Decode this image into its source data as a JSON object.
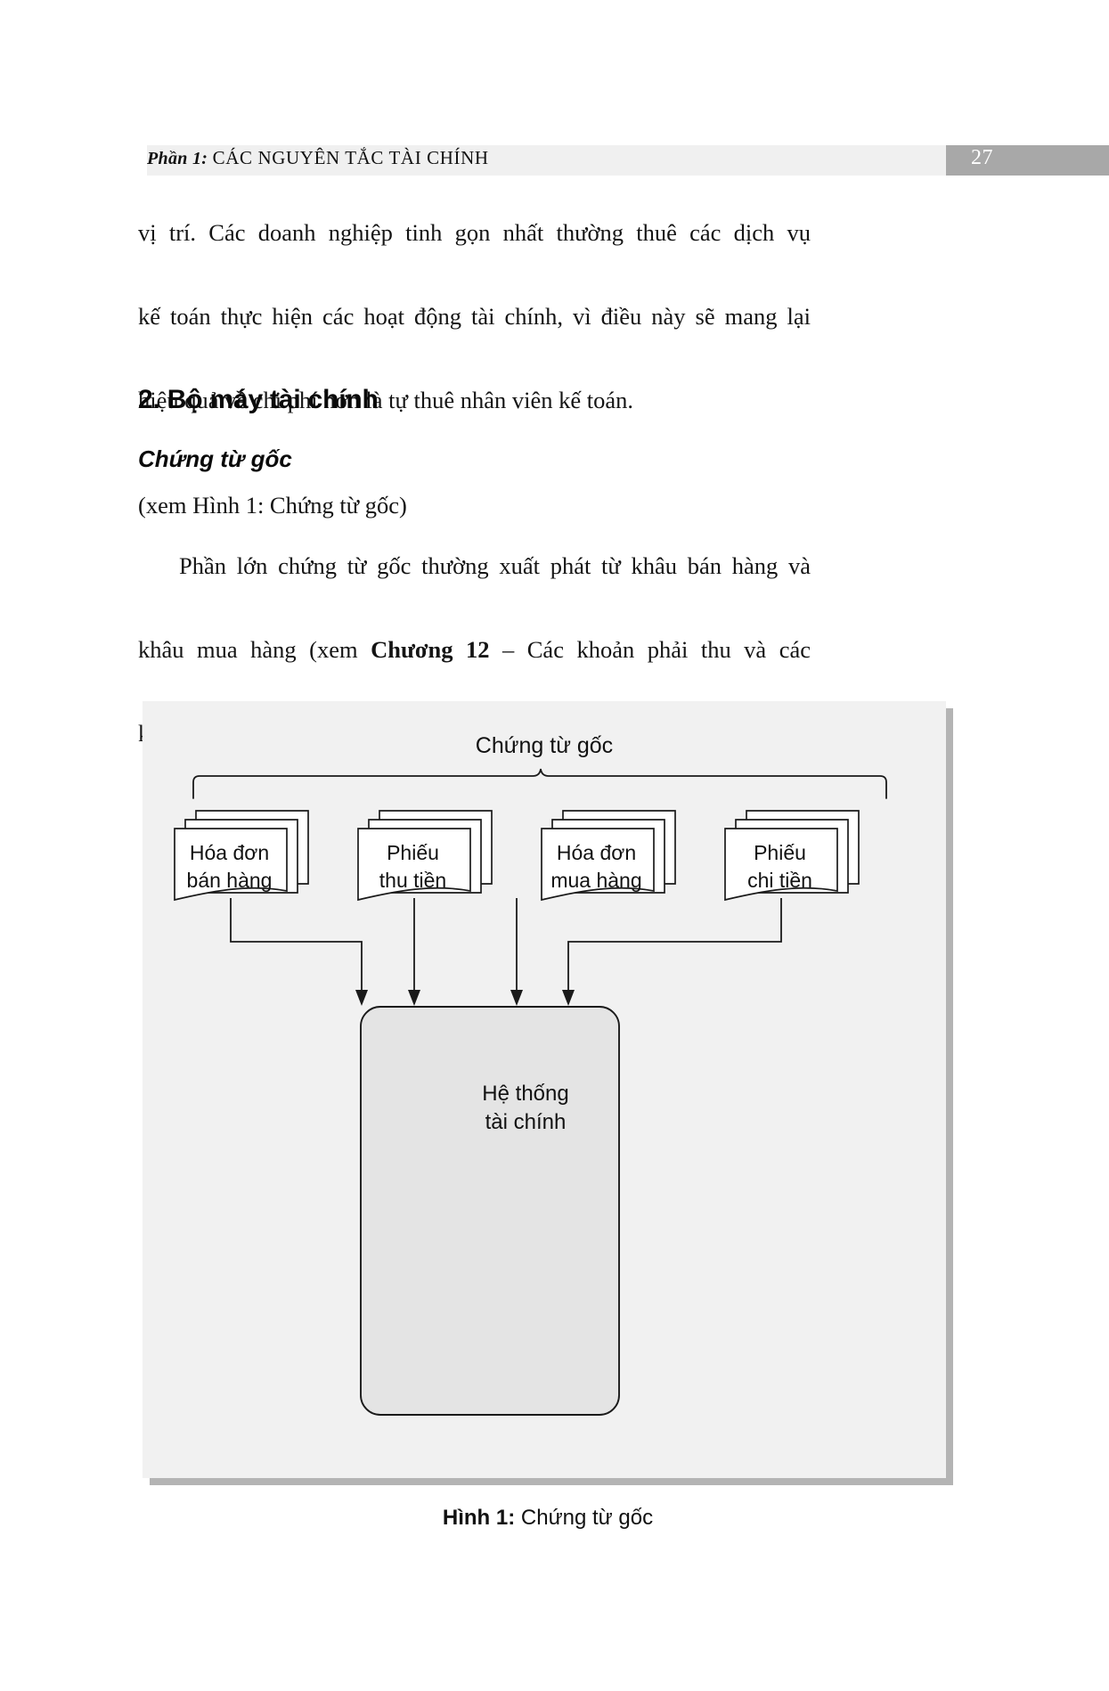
{
  "header": {
    "part_label": "Phần 1:",
    "part_name": "CÁC NGUYÊN TẮC TÀI CHÍNH",
    "page_number": "27",
    "bar_color": "#f0f0f0",
    "page_block_color": "#a8a8a8"
  },
  "body": {
    "paragraph_1_lines": [
      "vị trí. Các doanh nghiệp tinh gọn nhất thường thuê các dịch vụ",
      "kế toán thực hiện các hoạt động tài chính, vì điều này sẽ mang lại",
      "hiệu quả về chi phí hơn là tự thuê nhân viên kế toán."
    ],
    "heading_2": "2. Bộ máy tài chính",
    "heading_3": "Chứng từ gốc",
    "see_figure": "(xem Hình 1: Chứng từ gốc)",
    "paragraph_2_line_1a": "Phần lớn chứng từ gốc thường xuất phát từ khâu bán hàng và",
    "paragraph_2_line_2a": "khâu mua hàng (xem ",
    "paragraph_2_line_2_bold": "Chương 12",
    "paragraph_2_line_2b": " – Các khoản phải thu và các",
    "paragraph_2_line_3": "khoản phải trả), bao gồm:"
  },
  "figure": {
    "title": "Chứng từ gốc",
    "documents": [
      {
        "line1": "Hóa đơn",
        "line2": "bán hàng"
      },
      {
        "line1": "Phiếu",
        "line2": "thu tiền"
      },
      {
        "line1": "Hóa đơn",
        "line2": "mua hàng"
      },
      {
        "line1": "Phiếu",
        "line2": "chi tiền"
      }
    ],
    "system_box": {
      "line1": "Hệ thống",
      "line2": "tài chính"
    },
    "caption_bold": "Hình 1:",
    "caption_rest": " Chứng từ gốc",
    "panel_bg": "#f1f1f1",
    "shadow_color": "#b4b4b4",
    "system_box_fill": "#e4e4e4",
    "stroke_color": "#1a1a1a"
  }
}
